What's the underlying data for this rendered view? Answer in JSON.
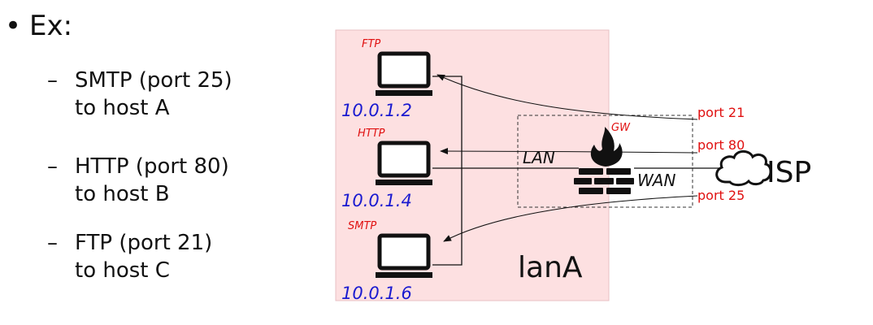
{
  "bullets": {
    "main": "Ex:",
    "items": [
      {
        "line1": "SMTP (port 25)",
        "line2": "to host A"
      },
      {
        "line1": "HTTP (port 80)",
        "line2": "to host B"
      },
      {
        "line1": "FTP (port 21)",
        "line2": "to host C"
      }
    ]
  },
  "diagram": {
    "hosts": [
      {
        "service": "FTP",
        "ip": "10.0.1.2"
      },
      {
        "service": "HTTP",
        "ip": "10.0.1.4"
      },
      {
        "service": "SMTP",
        "ip": "10.0.1.6"
      }
    ],
    "gateway_label": "GW",
    "lan_label": "LAN",
    "wan_label": "WAN",
    "network_label": "lanA",
    "isp_label": "ISP",
    "ports": [
      "port 21",
      "port 80",
      "port 25"
    ],
    "colors": {
      "lan_fill": "#fde0e1",
      "service_text": "#e01010",
      "ip_text": "#1a1ad0"
    }
  }
}
